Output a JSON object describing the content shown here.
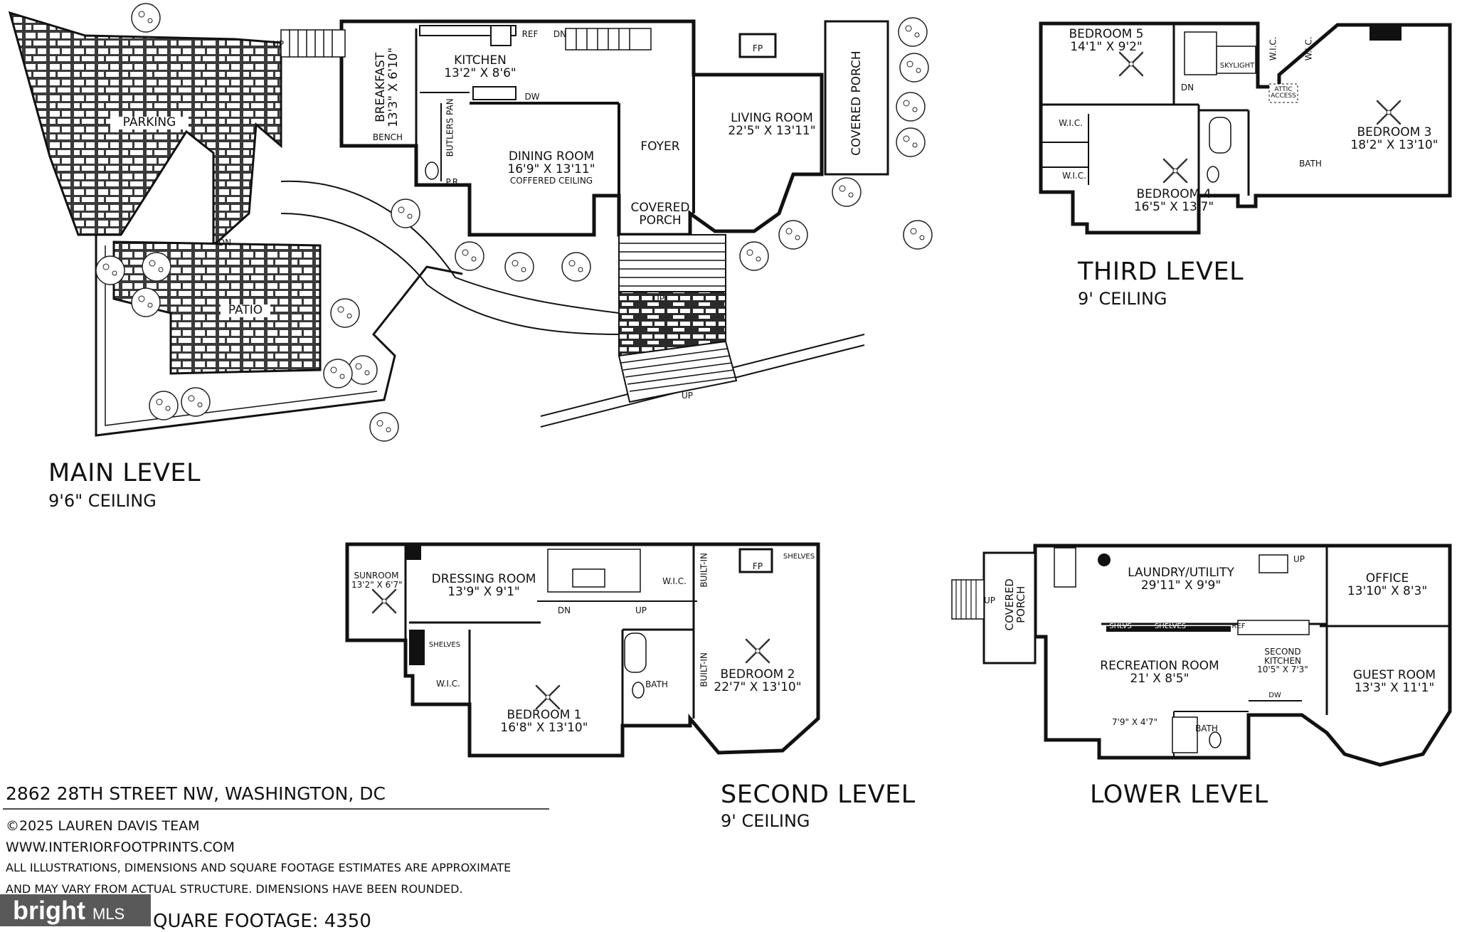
{
  "levels": {
    "main": {
      "title": "MAIN LEVEL",
      "ceiling": "9'6\" CEILING"
    },
    "second": {
      "title": "SECOND LEVEL",
      "ceiling": "9' CEILING"
    },
    "third": {
      "title": "THIRD LEVEL",
      "ceiling": "9' CEILING"
    },
    "lower": {
      "title": "LOWER LEVEL"
    }
  },
  "main_rooms": {
    "kitchen": {
      "name": "KITCHEN",
      "dim": "13'2\" X 8'6\""
    },
    "breakfast": {
      "name": "BREAKFAST",
      "dim": "13'3\" X 6'10\""
    },
    "dining": {
      "name": "DINING ROOM",
      "dim": "16'9\" X 13'11\"",
      "note": "COFFERED CEILING"
    },
    "foyer": {
      "name": "FOYER"
    },
    "living": {
      "name": "LIVING ROOM",
      "dim": "22'5\" X 13'11\""
    },
    "covered_porch_side": {
      "name": "COVERED PORCH"
    },
    "covered_porch_front": {
      "name": "COVERED PORCH"
    },
    "parking": {
      "name": "PARKING"
    },
    "patio": {
      "name": "PATIO"
    },
    "butlers_pan": "BUTLERS PAN",
    "pr": "P.R.",
    "bench": "BENCH",
    "fp": "FP",
    "ref": "REF",
    "dw": "DW",
    "up": "UP",
    "dn": "DN"
  },
  "third_rooms": {
    "bedroom5": {
      "name": "BEDROOM 5",
      "dim": "14'1\" X 9'2\""
    },
    "bedroom4": {
      "name": "BEDROOM 4",
      "dim": "16'5\" X 13'7\""
    },
    "bedroom3": {
      "name": "BEDROOM 3",
      "dim": "18'2\" X 13'10\""
    },
    "bath": "BATH",
    "wic": "W.I.C.",
    "skylight": "SKYLIGHT",
    "attic_access": "ATTIC ACCESS",
    "dn": "DN"
  },
  "second_rooms": {
    "sunroom": {
      "name": "SUNROOM",
      "dim": "13'2\" X 6'7\""
    },
    "dressing": {
      "name": "DRESSING ROOM",
      "dim": "13'9\" X 9'1\""
    },
    "bedroom1": {
      "name": "BEDROOM 1",
      "dim": "16'8\" X 13'10\""
    },
    "bedroom2": {
      "name": "BEDROOM 2",
      "dim": "22'7\" X 13'10\""
    },
    "bath": "BATH",
    "wic": "W.I.C.",
    "built_in": "BUILT-IN",
    "shelves": "SHELVES",
    "fp": "FP",
    "dn": "DN",
    "up": "UP"
  },
  "lower_rooms": {
    "laundry": {
      "name": "LAUNDRY/UTILITY",
      "dim": "29'11\" X 9'9\""
    },
    "office": {
      "name": "OFFICE",
      "dim": "13'10\" X 8'3\""
    },
    "recreation": {
      "name": "RECREATION ROOM",
      "dim": "21' X 8'5\""
    },
    "second_kitchen": {
      "name": "SECOND KITCHEN",
      "dim": "10'5\" X 7'3\""
    },
    "guest": {
      "name": "GUEST ROOM",
      "dim": "13'3\" X 11'1\""
    },
    "covered_porch": {
      "name": "COVERED PORCH"
    },
    "bath": "BATH",
    "closet_dim": "7'9\" X 4'7\"",
    "shlvs": "SHLVS",
    "shelves": "SHELVES",
    "ref": "REF",
    "dw": "DW",
    "up": "UP"
  },
  "footer": {
    "address": "2862 28TH STREET NW, WASHINGTON, DC",
    "copyright": "©2025 LAUREN DAVIS TEAM",
    "website": "WWW.INTERIORFOOTPRINTS.COM",
    "disclaimer1": "ALL ILLUSTRATIONS, DIMENSIONS AND SQUARE FOOTAGE ESTIMATES ARE APPROXIMATE",
    "disclaimer2": "AND MAY VARY FROM ACTUAL STRUCTURE. DIMENSIONS HAVE BEEN ROUNDED.",
    "sqft": "QUARE FOOTAGE: 4350"
  },
  "badge": {
    "brand": "bright",
    "suffix": "MLS"
  }
}
